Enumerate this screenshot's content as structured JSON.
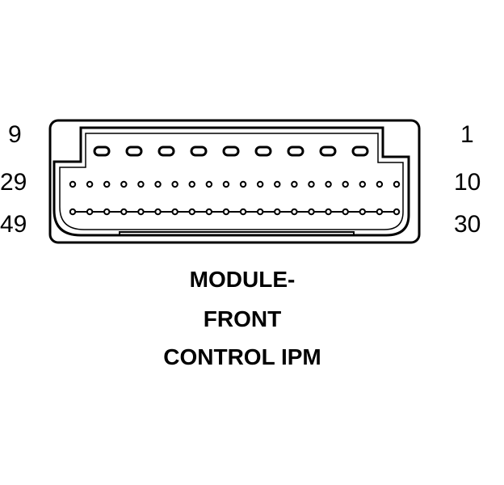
{
  "pin_labels": {
    "top_left": "9",
    "middle_left": "29",
    "bottom_left": "49",
    "top_right": "1",
    "middle_right": "10",
    "bottom_right": "30"
  },
  "caption": {
    "line1": "MODULE-",
    "line2": "FRONT",
    "line3": "CONTROL IPM"
  },
  "connector": {
    "row1_pin_count": 9,
    "row2_pin_count": 20,
    "row3_pin_count": 20,
    "colors": {
      "stroke": "#000000",
      "fill": "#ffffff"
    }
  }
}
